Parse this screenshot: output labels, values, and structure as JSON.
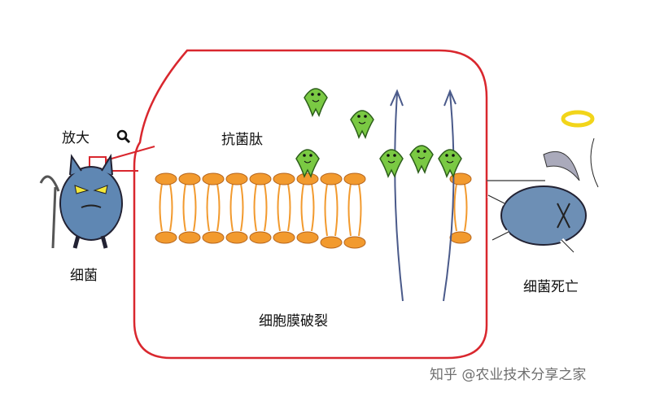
{
  "labels": {
    "magnify": "放大",
    "peptide": "抗菌肽",
    "bacteria": "细菌",
    "membrane_rupture": "细胞膜破裂",
    "bacteria_death": "细菌死亡"
  },
  "watermark": "知乎 @农业技术分享之家",
  "colors": {
    "frame": "#d9272e",
    "lipid": "#f29a2e",
    "peptide": "#7ac943",
    "bacteria": "#5f87b3",
    "arrow": "#4a5a8a"
  },
  "icons": [
    "magnifier-icon",
    "bacteria-character",
    "dead-bacteria-character",
    "halo-icon",
    "scythe-icon",
    "peptide-character",
    "arrow-up-icon"
  ]
}
